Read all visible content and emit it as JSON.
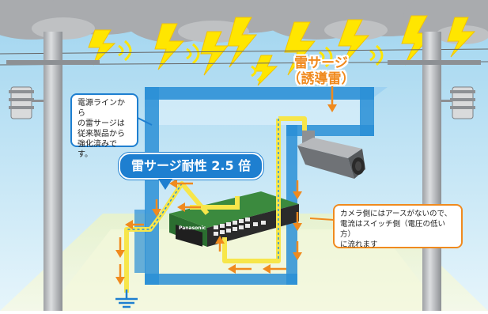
{
  "labels": {
    "surge_line1": "雷サージ",
    "surge_line2": "（誘導雷）",
    "power_note": [
      "電源ラインから",
      "の雷サージは",
      "従来製品から",
      "強化済みです。"
    ],
    "resistance_badge": "雷サージ耐性 2.5 倍",
    "camera_note": [
      "カメラ側にはアースがないので、",
      "電流はスイッチ側（電圧の低い方）",
      "に流れます"
    ],
    "switch_brand": "Panasonic"
  },
  "colors": {
    "sky": "#c8e8f7",
    "cloud": "#a7a9ac",
    "lightning": "#ffe600",
    "surge_path": "#f7e64a",
    "blue_frame": "#2a8fd6",
    "arrow": "#f08a1e",
    "switch_top": "#3b8a3e",
    "switch_front": "#2b2b2b",
    "pole": "#b7b9bc"
  }
}
